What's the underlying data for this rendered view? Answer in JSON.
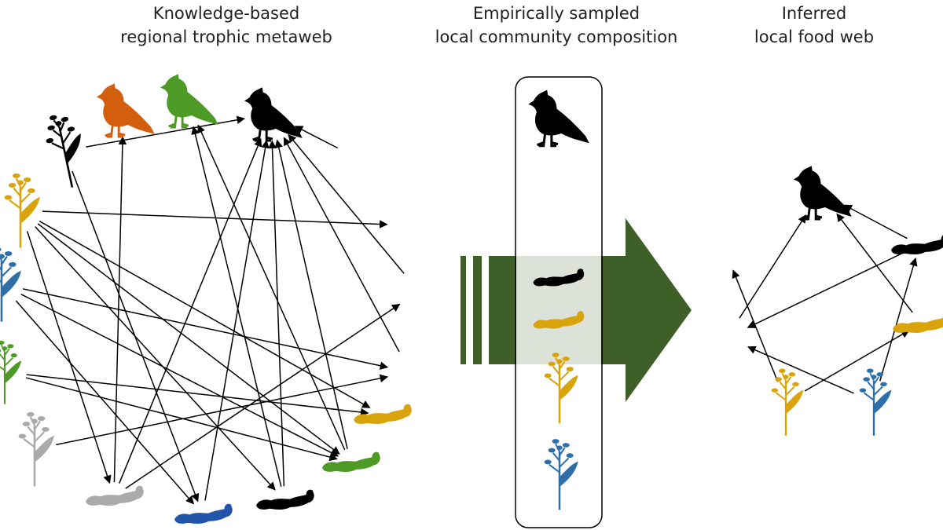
{
  "titles": {
    "metaweb": [
      "Knowledge-based",
      "regional trophic metaweb"
    ],
    "sampled": [
      "Empirically sampled",
      "local community composition"
    ],
    "inferred": [
      "Inferred",
      "local food web"
    ]
  },
  "colors": {
    "black": "#000000",
    "orange": "#d35f0e",
    "green": "#4e9a26",
    "blue": "#2255aa",
    "gray": "#aaaaaa",
    "yellow": "#d9a30c",
    "plant_blue": "#2e6fa8",
    "arrow": "#3f5f28"
  },
  "species": {
    "metaweb": [
      {
        "id": "plant-black",
        "kind": "plant",
        "color": "black"
      },
      {
        "id": "bird-orange",
        "kind": "bird",
        "color": "orange"
      },
      {
        "id": "bird-green",
        "kind": "bird",
        "color": "green"
      },
      {
        "id": "bird-black",
        "kind": "bird",
        "color": "black"
      },
      {
        "id": "hopper-green",
        "kind": "grasshopper",
        "color": "green"
      },
      {
        "id": "hopper-blue",
        "kind": "grasshopper",
        "color": "blue"
      },
      {
        "id": "hopper-gray",
        "kind": "grasshopper",
        "color": "gray"
      },
      {
        "id": "hopper-black",
        "kind": "grasshopper",
        "color": "black"
      },
      {
        "id": "cat-yellow",
        "kind": "caterpillar",
        "color": "yellow"
      },
      {
        "id": "cat-green",
        "kind": "caterpillar",
        "color": "green"
      },
      {
        "id": "cat-black",
        "kind": "caterpillar",
        "color": "black"
      },
      {
        "id": "cat-blue",
        "kind": "caterpillar",
        "color": "blue"
      },
      {
        "id": "cat-gray",
        "kind": "caterpillar",
        "color": "gray"
      },
      {
        "id": "plant-gray",
        "kind": "plant",
        "color": "gray"
      },
      {
        "id": "plant-green",
        "kind": "plant",
        "color": "green"
      },
      {
        "id": "plant-blue",
        "kind": "plant",
        "color": "plant_blue"
      },
      {
        "id": "plant-yellow",
        "kind": "plant",
        "color": "yellow"
      }
    ],
    "sampled": [
      {
        "id": "s-bird-black",
        "kind": "bird",
        "color": "black"
      },
      {
        "id": "s-hopper-blue",
        "kind": "grasshopper",
        "color": "blue"
      },
      {
        "id": "s-hopper-gray",
        "kind": "grasshopper",
        "color": "gray"
      },
      {
        "id": "s-cat-black",
        "kind": "caterpillar",
        "color": "black"
      },
      {
        "id": "s-cat-yellow",
        "kind": "caterpillar",
        "color": "yellow"
      },
      {
        "id": "s-plant-yellow",
        "kind": "plant",
        "color": "yellow"
      },
      {
        "id": "s-plant-blue",
        "kind": "plant",
        "color": "plant_blue"
      }
    ],
    "inferred": [
      {
        "id": "i-bird-black",
        "kind": "bird",
        "color": "black"
      },
      {
        "id": "i-hopper-blue",
        "kind": "grasshopper",
        "color": "blue"
      },
      {
        "id": "i-hopper-gray",
        "kind": "grasshopper",
        "color": "gray"
      },
      {
        "id": "i-cat-black",
        "kind": "caterpillar",
        "color": "black"
      },
      {
        "id": "i-cat-yellow",
        "kind": "caterpillar",
        "color": "yellow"
      },
      {
        "id": "i-plant-yellow",
        "kind": "plant",
        "color": "yellow"
      },
      {
        "id": "i-plant-blue",
        "kind": "plant",
        "color": "plant_blue"
      }
    ]
  },
  "links": {
    "metaweb": [
      [
        "plant-black",
        "bird-black"
      ],
      [
        "plant-black",
        "cat-blue"
      ],
      [
        "hopper-green",
        "bird-black"
      ],
      [
        "hopper-gray",
        "bird-black"
      ],
      [
        "hopper-black",
        "bird-black"
      ],
      [
        "cat-gray",
        "bird-black"
      ],
      [
        "cat-blue",
        "bird-black"
      ],
      [
        "cat-black",
        "bird-black"
      ],
      [
        "cat-green",
        "bird-black"
      ],
      [
        "cat-gray",
        "bird-orange"
      ],
      [
        "cat-black",
        "bird-green"
      ],
      [
        "cat-green",
        "bird-green"
      ],
      [
        "plant-yellow",
        "hopper-blue"
      ],
      [
        "plant-yellow",
        "cat-gray"
      ],
      [
        "plant-yellow",
        "cat-black"
      ],
      [
        "plant-yellow",
        "cat-yellow"
      ],
      [
        "plant-blue",
        "hopper-black"
      ],
      [
        "plant-blue",
        "cat-green"
      ],
      [
        "plant-blue",
        "cat-blue"
      ],
      [
        "plant-green",
        "cat-yellow"
      ],
      [
        "plant-green",
        "cat-green"
      ],
      [
        "plant-gray",
        "hopper-black"
      ],
      [
        "cat-gray",
        "hopper-gray"
      ],
      [
        "plant-yellow",
        "cat-green"
      ]
    ],
    "inferred": [
      [
        "i-hopper-gray",
        "i-bird-black"
      ],
      [
        "i-cat-black",
        "i-bird-black"
      ],
      [
        "i-cat-yellow",
        "i-bird-black"
      ],
      [
        "i-cat-black",
        "i-hopper-gray"
      ],
      [
        "i-plant-yellow",
        "i-hopper-blue"
      ],
      [
        "i-plant-yellow",
        "i-cat-yellow"
      ],
      [
        "i-plant-blue",
        "i-hopper-gray"
      ],
      [
        "i-plant-blue",
        "i-cat-black"
      ]
    ]
  }
}
